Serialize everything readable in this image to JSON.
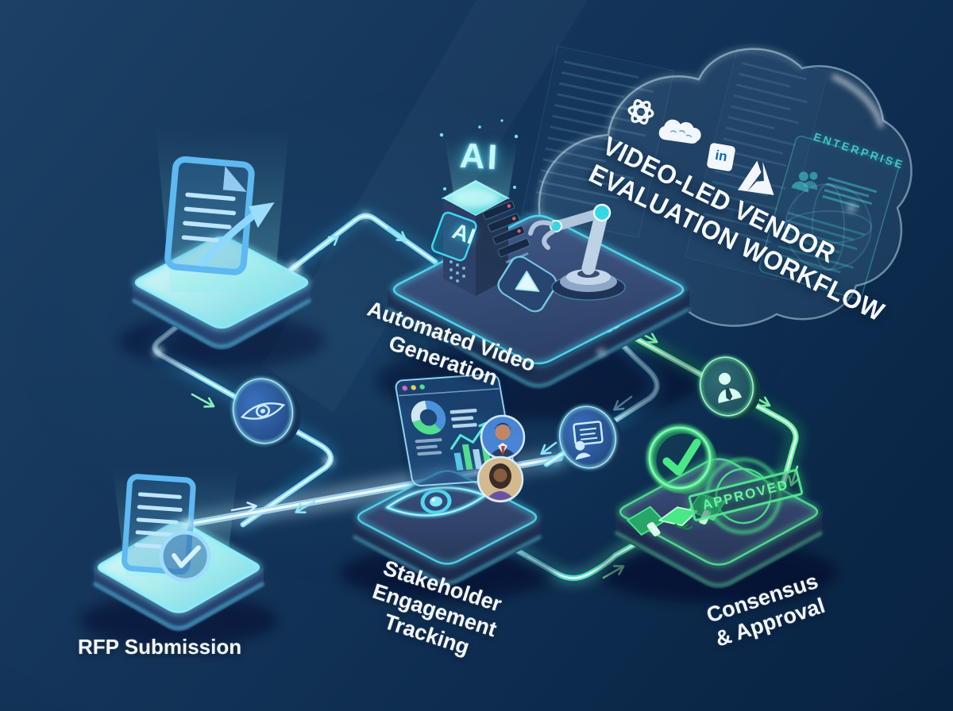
{
  "diagram_title": {
    "lines": [
      "VIDEO-LED VENDOR",
      "EVALUATION WORKFLOW"
    ]
  },
  "cloud": {
    "linkedin_text": "in",
    "logos": [
      "openai-logo",
      "salesforce-logo",
      "linkedin-logo",
      "azure-logo"
    ]
  },
  "background": {
    "enterprise_label": "ENTERPRISE"
  },
  "nodes": {
    "intake": {
      "icon": "document-send-icon"
    },
    "video_generation": {
      "lines": [
        "Automated Video",
        "Generation"
      ],
      "ai_hologram": "AI",
      "ai_badge": "AI",
      "icons": [
        "ai-server-icon",
        "robot-arm-icon",
        "video-play-icon"
      ]
    },
    "stakeholder": {
      "lines": [
        "Stakeholder",
        "Engagement",
        "Tracking"
      ],
      "icons": [
        "eye-icon",
        "dashboard-icon",
        "avatar-man-icon",
        "avatar-woman-icon"
      ]
    },
    "consensus": {
      "lines": [
        "Consensus",
        "& Approval"
      ],
      "stamp_text": "APPROVED",
      "icons": [
        "check-circle-icon",
        "handshake-icon",
        "approved-stamp-icon"
      ]
    },
    "rfp_submission": {
      "label": "RFP Submission",
      "icon": "document-check-icon"
    }
  },
  "connectors": {
    "badges": [
      "eye-icon",
      "person-icon",
      "vendor-profile-icon"
    ]
  },
  "colors": {
    "bg_top": "#1c4166",
    "bg_bottom": "#092343",
    "cyan": "#4fd9f2",
    "blue": "#4a9de8",
    "green": "#47e388",
    "text": "#f4f8fc",
    "enterprise": "#48d8ce",
    "approved_green": "#5aeb96"
  }
}
